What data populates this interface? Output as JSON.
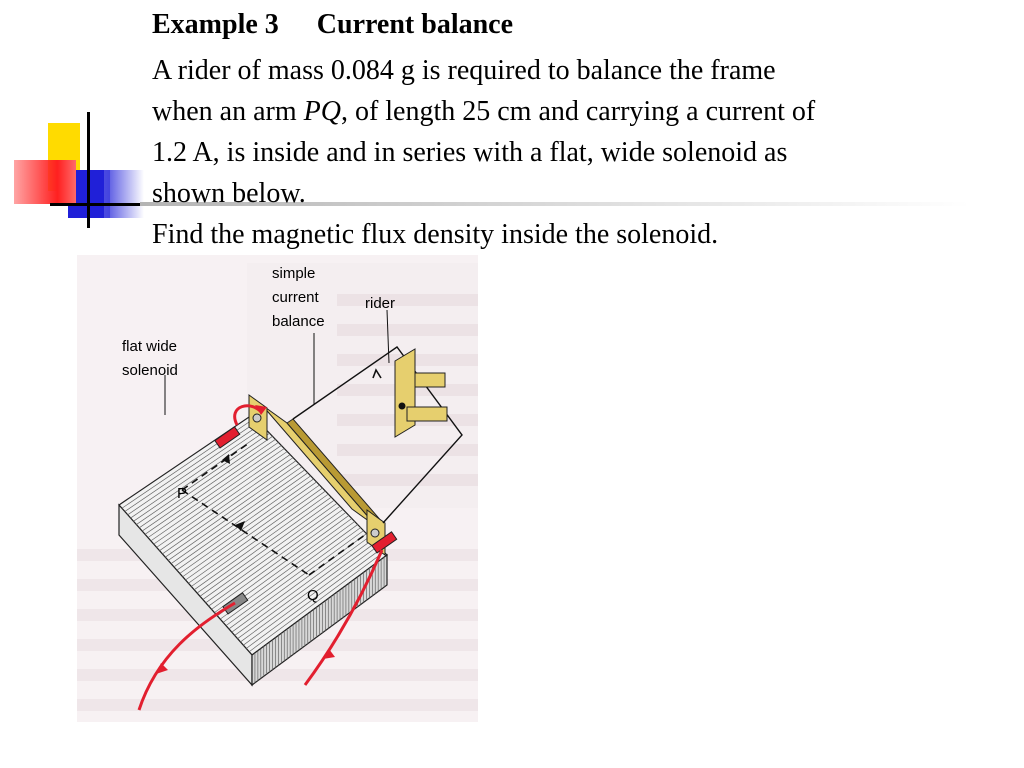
{
  "slide": {
    "title_a": "Example 3",
    "title_b": "Current balance",
    "line1": "A rider of mass 0.084 g is required to balance the frame",
    "line2_pre": "when an arm ",
    "line2_em": "PQ",
    "line2_post": ", of length 25 cm and carrying a current of",
    "line3": "1.2 A, is inside and in series with a flat, wide solenoid as",
    "line4": "shown below.",
    "line5": "Find the magnetic flux density inside the solenoid."
  },
  "figure": {
    "label_simple": "simple",
    "label_current": "current",
    "label_balance": "balance",
    "label_rider": "rider",
    "label_flat_wide": "flat wide",
    "label_solenoid": "solenoid",
    "label_p": "P",
    "label_q": "Q"
  },
  "colors": {
    "solenoid_fill": "#f2f2f2",
    "frame_gold": "#e6cf6e",
    "wire_red": "#e21f2f",
    "figure_bg": "#f7f1f3"
  }
}
